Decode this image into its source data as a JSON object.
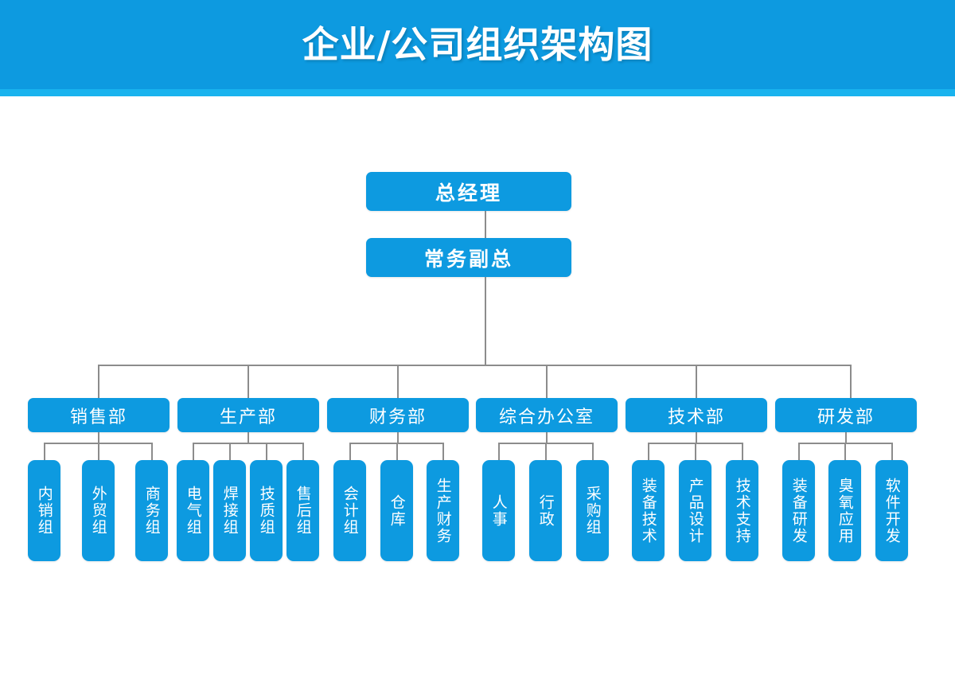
{
  "header": {
    "title": "企业/公司组织架构图",
    "band_color": "#0d9ae0",
    "underline_color": "#19b3ee"
  },
  "theme": {
    "node_color": "#0d9ae0",
    "node_text_color": "#ffffff",
    "connector_color": "#8c8c8c",
    "background": "#ffffff"
  },
  "chart_data": {
    "type": "diagram",
    "title": "企业/公司组织架构图",
    "executives": [
      {
        "label": "总经理"
      },
      {
        "label": "常务副总"
      }
    ],
    "departments": [
      {
        "label": "销售部",
        "groups": [
          {
            "label": "内销组"
          },
          {
            "label": "外贸组"
          },
          {
            "label": "商务组"
          }
        ]
      },
      {
        "label": "生产部",
        "groups": [
          {
            "label": "电气组"
          },
          {
            "label": "焊接组"
          },
          {
            "label": "技质组"
          },
          {
            "label": "售后组"
          }
        ]
      },
      {
        "label": "财务部",
        "groups": [
          {
            "label": "会计组"
          },
          {
            "label": "仓库"
          },
          {
            "label": "生产财务"
          }
        ]
      },
      {
        "label": "综合办公室",
        "groups": [
          {
            "label": "人事"
          },
          {
            "label": "行政"
          },
          {
            "label": "采购组"
          }
        ]
      },
      {
        "label": "技术部",
        "groups": [
          {
            "label": "装备技术"
          },
          {
            "label": "产品设计"
          },
          {
            "label": "技术支持"
          }
        ]
      },
      {
        "label": "研发部",
        "groups": [
          {
            "label": "装备研发"
          },
          {
            "label": "臭氧应用"
          },
          {
            "label": "软件开发"
          }
        ]
      }
    ]
  }
}
